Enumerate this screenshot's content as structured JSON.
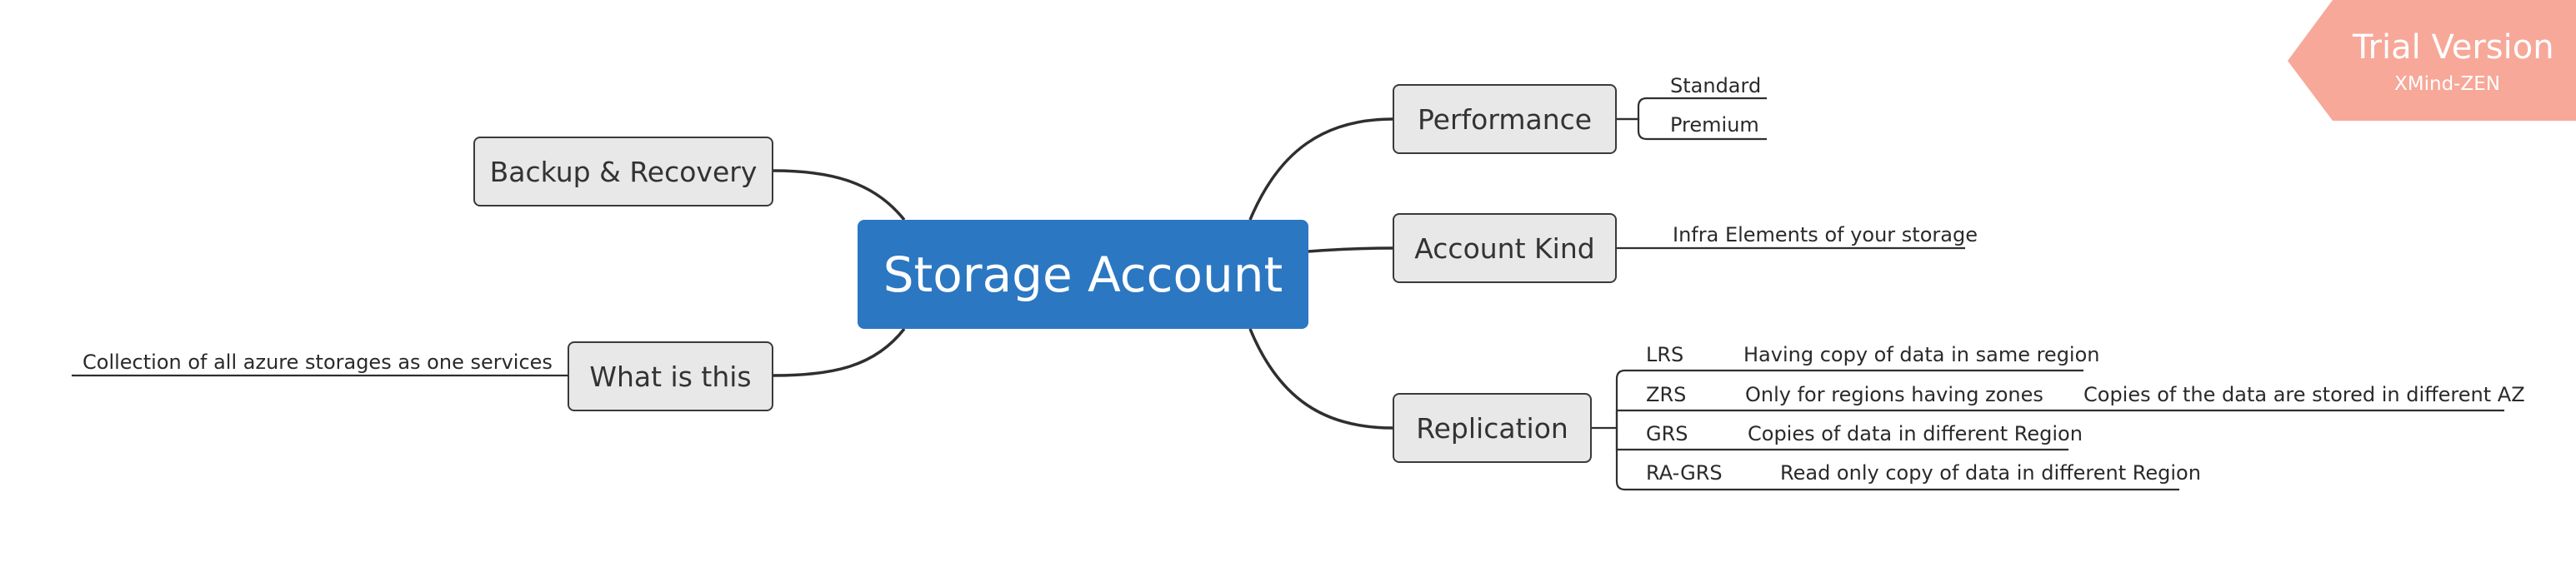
{
  "colors": {
    "central_fill": "#2b77c2",
    "topic_fill": "#e8e8e8",
    "topic_border": "#3a3a3a",
    "line": "#2f2f2f",
    "badge_fill": "#f7a899"
  },
  "watermark": {
    "title": "Trial Version",
    "subtitle": "XMind-ZEN"
  },
  "central": {
    "label": "Storage Account"
  },
  "left_topics": {
    "backup": {
      "label": "Backup & Recovery"
    },
    "what_is_this": {
      "label": "What is this",
      "detail": "Collection of all azure storages as one services"
    }
  },
  "right_topics": {
    "performance": {
      "label": "Performance",
      "children": [
        "Standard",
        "Premium"
      ]
    },
    "account_kind": {
      "label": "Account Kind",
      "children": [
        "Infra Elements of your storage"
      ]
    },
    "replication": {
      "label": "Replication",
      "children": [
        {
          "code": "LRS",
          "desc": "Having copy of data in same region"
        },
        {
          "code": "ZRS",
          "desc": "Only for regions having zones",
          "extra": "Copies of the data are stored in different AZ"
        },
        {
          "code": "GRS",
          "desc": "Copies of data in different Region"
        },
        {
          "code": "RA-GRS",
          "desc": "Read only copy of data in different Region"
        }
      ]
    }
  }
}
